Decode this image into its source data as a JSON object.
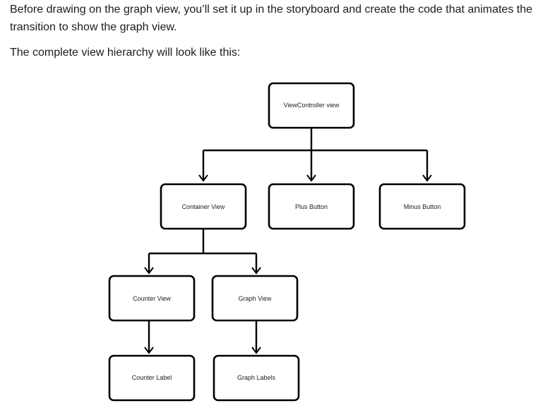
{
  "text": {
    "intro": "Before drawing on the graph view, you’ll set it up in the storyboard and create the code that animates the transition to show the graph view.",
    "lead": "The complete view hierarchy will look like this:"
  },
  "diagram": {
    "nodes": {
      "root": "ViewController view",
      "container": "Container View",
      "plus": "Plus Button",
      "minus": "Minus Button",
      "counter_view": "Counter View",
      "graph_view": "Graph View",
      "counter_label": "Counter Label",
      "graph_labels": "Graph Labels"
    }
  }
}
